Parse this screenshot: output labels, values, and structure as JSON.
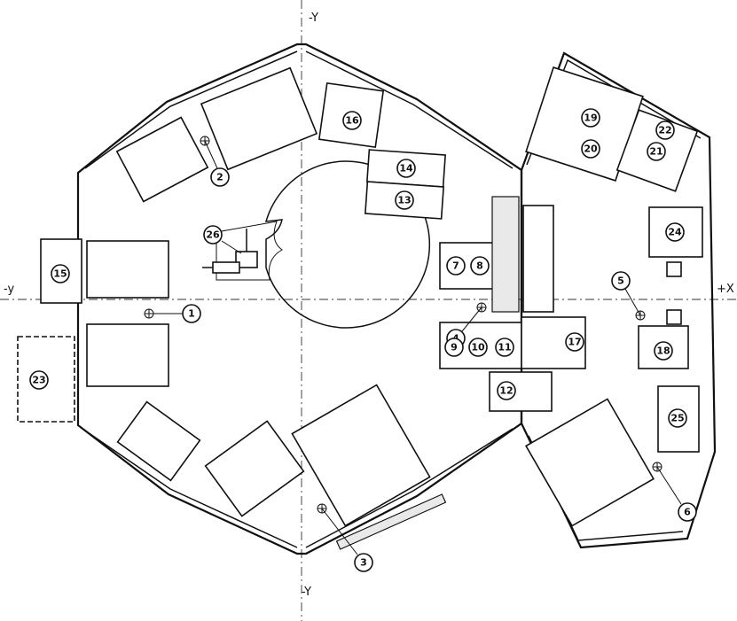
{
  "axes": {
    "top": "-Y",
    "bottom": "-Y",
    "left": "-y",
    "right": "+X"
  },
  "callouts": [
    "1",
    "2",
    "3",
    "4",
    "5",
    "6",
    "7",
    "8",
    "9",
    "10",
    "11",
    "12",
    "13",
    "14",
    "15",
    "16",
    "17",
    "18",
    "19",
    "20",
    "21",
    "22",
    "23",
    "24",
    "25",
    "26"
  ]
}
